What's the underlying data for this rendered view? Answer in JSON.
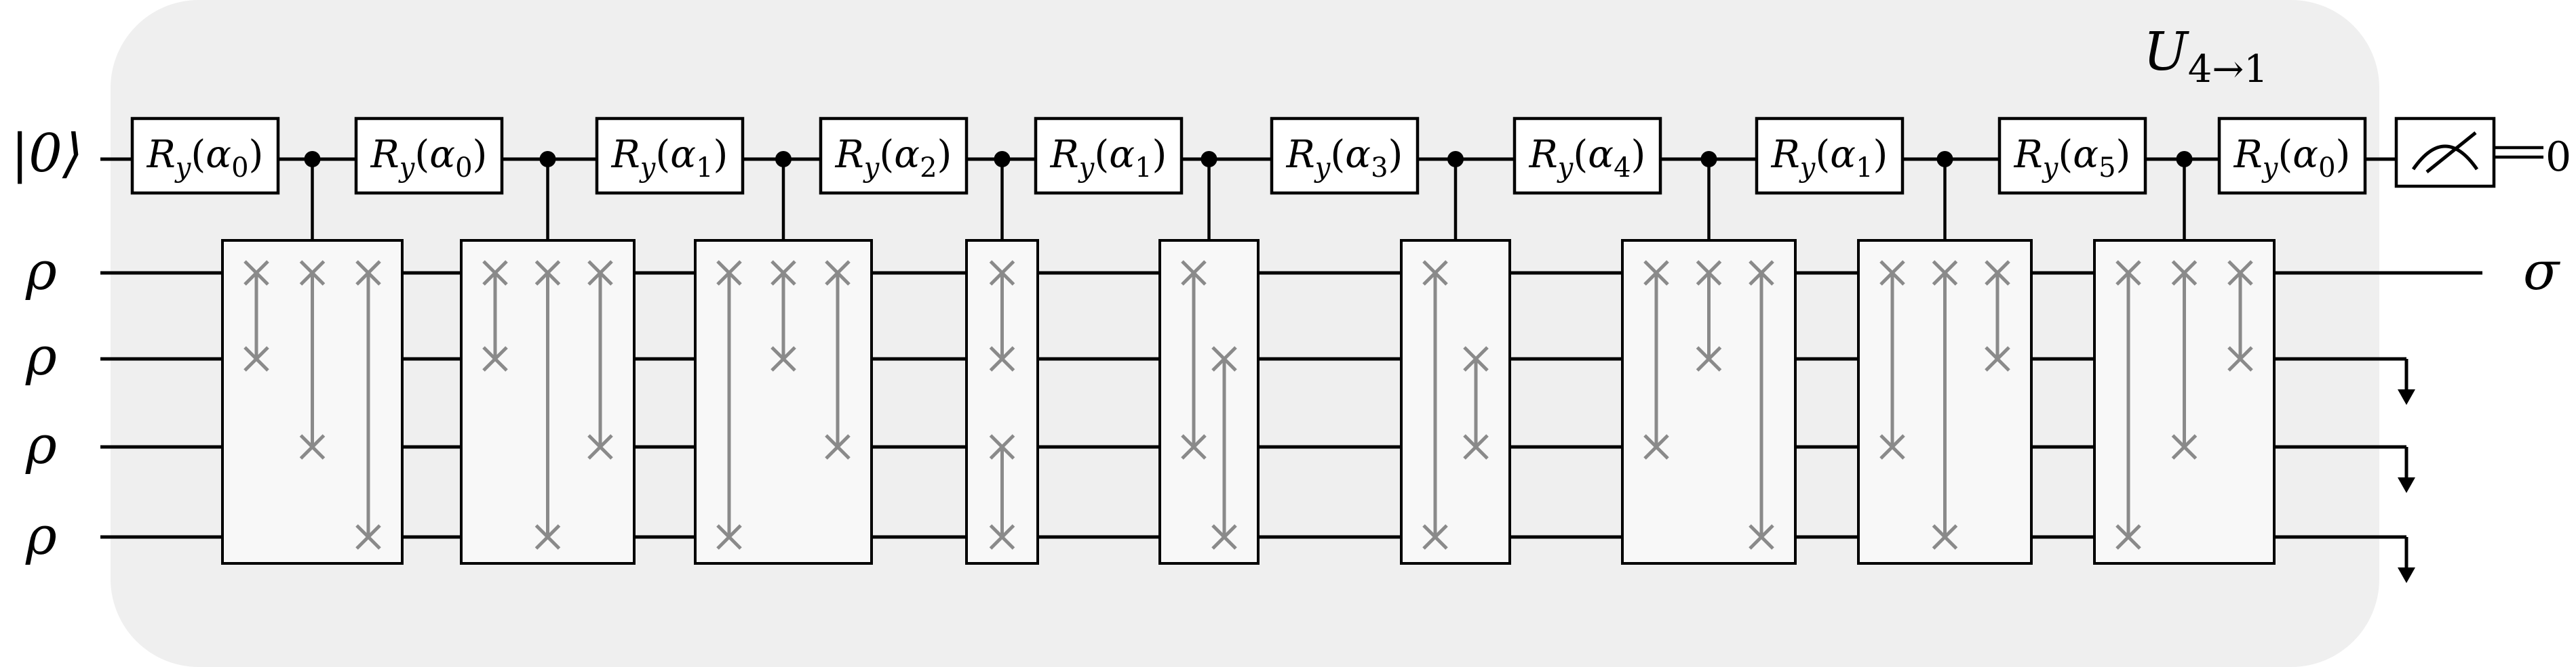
{
  "title": {
    "base": "U",
    "sub": "4→1"
  },
  "ancilla": {
    "ket": "|0⟩",
    "output": "0"
  },
  "inputs": [
    "ρ",
    "ρ",
    "ρ",
    "ρ"
  ],
  "output_state": "σ",
  "gate_symbol": {
    "base": "R",
    "sub": "y"
  },
  "gates": [
    {
      "angle": "α",
      "index": "0"
    },
    {
      "angle": "α",
      "index": "0"
    },
    {
      "angle": "α",
      "index": "1"
    },
    {
      "angle": "α",
      "index": "2"
    },
    {
      "angle": "α",
      "index": "1"
    },
    {
      "angle": "α",
      "index": "3"
    },
    {
      "angle": "α",
      "index": "4"
    },
    {
      "angle": "α",
      "index": "1"
    },
    {
      "angle": "α",
      "index": "5"
    },
    {
      "angle": "α",
      "index": "0"
    }
  ],
  "swap_blocks": [
    {
      "swaps": [
        [
          1,
          2
        ],
        [
          1,
          3
        ],
        [
          1,
          4
        ]
      ]
    },
    {
      "swaps": [
        [
          1,
          2
        ],
        [
          1,
          4
        ],
        [
          1,
          3
        ]
      ]
    },
    {
      "swaps": [
        [
          1,
          4
        ],
        [
          1,
          2
        ],
        [
          1,
          3
        ]
      ]
    },
    {
      "swaps": [
        [
          1,
          2
        ],
        [
          3,
          4
        ]
      ]
    },
    {
      "swaps": [
        [
          1,
          3
        ],
        [
          2,
          4
        ]
      ]
    },
    {
      "swaps": [
        [
          1,
          4
        ],
        [
          2,
          3
        ]
      ]
    },
    {
      "swaps": [
        [
          1,
          3
        ],
        [
          1,
          2
        ],
        [
          1,
          4
        ]
      ]
    },
    {
      "swaps": [
        [
          1,
          3
        ],
        [
          1,
          4
        ],
        [
          1,
          2
        ]
      ]
    },
    {
      "swaps": [
        [
          1,
          4
        ],
        [
          1,
          3
        ],
        [
          1,
          2
        ]
      ]
    }
  ],
  "colors": {
    "background_panel": "#efefef",
    "wire": "#000000",
    "swap": "#8a8a8a",
    "swap_box_fill": "#f8f8f8",
    "gate_fill": "#ffffff"
  }
}
